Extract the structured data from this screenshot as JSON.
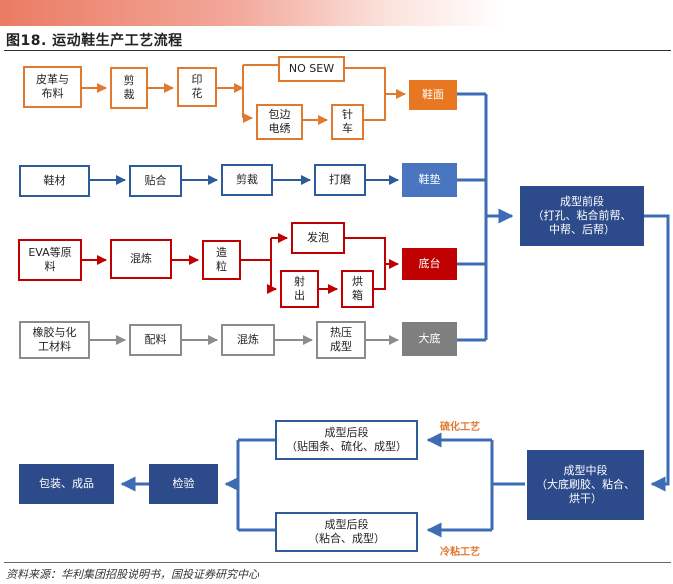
{
  "figure": {
    "title": "图18. 运动鞋生产工艺流程",
    "source": "资料来源：华利集团招股说明书，国投证券研究中心"
  },
  "colors": {
    "upper": "#e07a30",
    "insole": "#2e5b9a",
    "midsole": "#c00000",
    "outsole": "#8c8c8c",
    "assembly": "#2d4b8a"
  },
  "upper_line": {
    "leather": "皮革与\n布料",
    "cut": "剪\n裁",
    "print": "印\n花",
    "no_sew": "NO SEW",
    "edge_embroidery": "包边\n电绣",
    "stitch": "针\n车",
    "output": "鞋面"
  },
  "insole_line": {
    "material": "鞋材",
    "laminate": "贴合",
    "cut": "剪裁",
    "grind": "打磨",
    "output": "鞋垫"
  },
  "midsole_line": {
    "eva": "EVA等原\n料",
    "mix": "混炼",
    "pelletize": "造\n粒",
    "foam": "发泡",
    "inject": "射\n出",
    "bake": "烘\n箱",
    "output": "底台"
  },
  "outsole_line": {
    "rubber": "橡胶与化\n工材料",
    "formulate": "配料",
    "mix": "混炼",
    "press": "热压\n成型",
    "output": "大底"
  },
  "assembly": {
    "front": "成型前段\n（打孔、粘合前帮、\n中帮、后帮）",
    "middle": "成型中段\n（大底刷胶、粘合、\n烘干）",
    "back_vulcanized": "成型后段\n（贴围条、硫化、成型）",
    "back_cold": "成型后段\n（粘合、成型）",
    "inspection": "检验",
    "packaging": "包装、成品",
    "vulcanized_label": "硫化工艺",
    "cold_label": "冷粘工艺"
  }
}
